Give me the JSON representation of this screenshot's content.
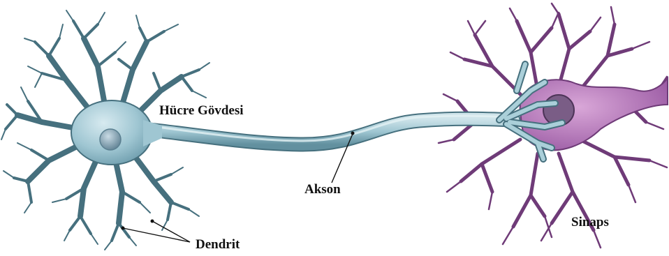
{
  "labels": {
    "cell_body": "Hücre Gövdesi",
    "axon": "Akson",
    "dendrite": "Dendrit",
    "synapse": "Sinaps"
  },
  "colors": {
    "background": "#ffffff",
    "neuron_fill": "#9fc6d2",
    "neuron_stroke": "#46707e",
    "nucleus": "#7c9cae",
    "target_cell_fill": "#b578b8",
    "target_cell_stroke": "#6f3b78",
    "leader_line": "#111111"
  }
}
